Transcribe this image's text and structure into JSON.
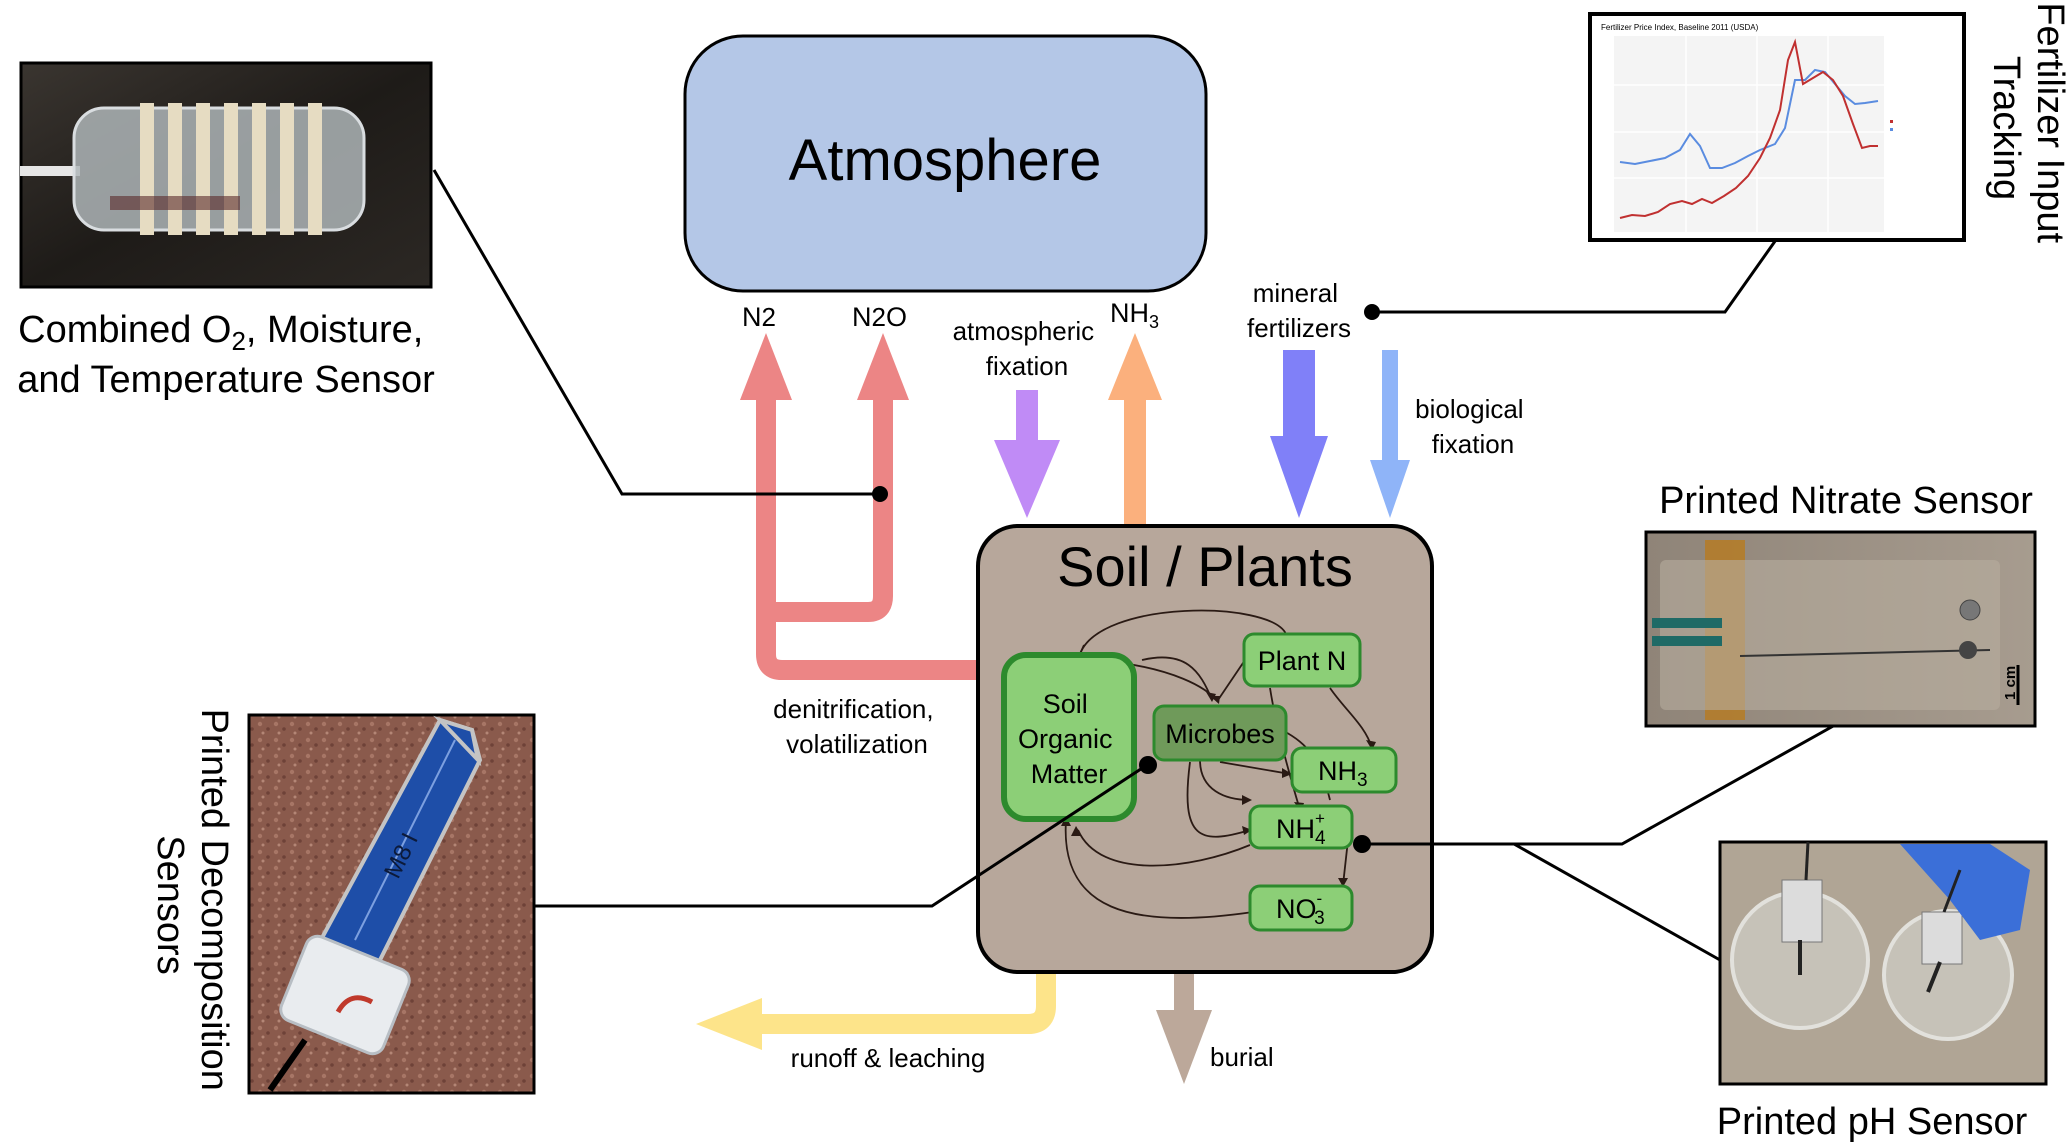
{
  "atmosphere": {
    "label": "Atmosphere",
    "color": "#b4c7e7"
  },
  "soil": {
    "label": "Soil / Plants",
    "color": "#b7a79b"
  },
  "gases": {
    "n2": "N",
    "n2_sub": "2",
    "n2o": "N",
    "n2o_sub": "2",
    "n2o_tail": "O",
    "nh3": "NH",
    "nh3_sub": "3"
  },
  "flows": {
    "atmospheric_fixation": [
      "atmospheric",
      "fixation"
    ],
    "mineral_fertilizers": [
      "mineral",
      "fertilizers"
    ],
    "biological_fixation": [
      "biological",
      "fixation"
    ],
    "denitrification": [
      "denitrification,",
      "volatilization"
    ],
    "runoff": "runoff & leaching",
    "burial": "burial"
  },
  "colors": {
    "denitrification": "#ec8585",
    "atmospheric_fixation": "#c08bf6",
    "nh3_volatilization": "#fbb07d",
    "mineral_fertilizers": "#8080f8",
    "biological_fixation": "#8fb4f8",
    "runoff": "#fde48a",
    "burial": "#bca89a",
    "node_fill": "#8ccf77",
    "node_stroke": "#2d8a2d"
  },
  "nodes": {
    "som": [
      "Soil",
      "Organic",
      "Matter"
    ],
    "plant_n": "Plant N",
    "microbes": "Microbes",
    "nh3": "NH",
    "nh3_sub": "3",
    "nh4": "NH",
    "nh4_sub": "4",
    "nh4_sup": "+",
    "no3": "NO",
    "no3_sub": "3",
    "no3_sup": "-"
  },
  "sensors": {
    "combined": {
      "line1_a": "Combined O",
      "line1_sub": "2",
      "line1_b": ", Moisture,",
      "line2": "and Temperature Sensor"
    },
    "fertilizer": [
      "Fertilizer Input",
      "Tracking"
    ],
    "nitrate": "Printed Nitrate Sensor",
    "ph": "Printed pH Sensor",
    "decomposition": [
      "Printed Decomposition",
      "Sensors"
    ]
  },
  "fert_chart": {
    "title": "Fertilizer Price Index, Baseline 2011 (USDA)"
  },
  "nitrate_scale": "1 cm",
  "probe_label": "M8 I"
}
